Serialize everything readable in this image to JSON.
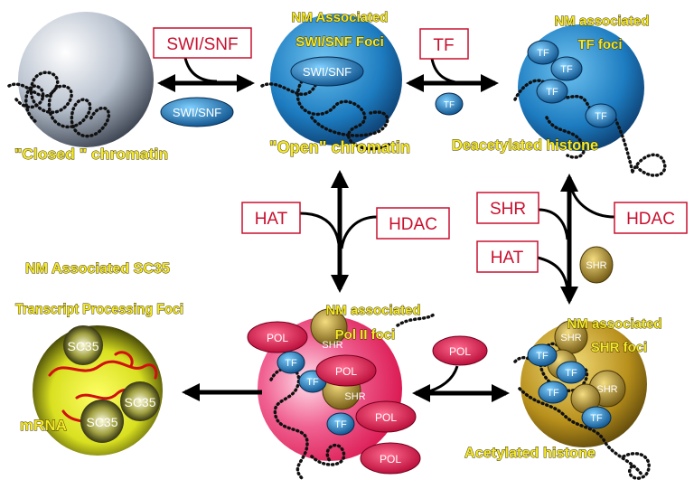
{
  "labels": {
    "closed_chromatin": "\"Closed \" chromatin",
    "open_chromatin": "\"Open\" chromatin",
    "deacetylated_histone": "Deacetylated histone",
    "acetylated_histone": "Acetylated histone",
    "swisnf_foci_line1": "NM Associated",
    "swisnf_foci_line2": "SWI/SNF Foci",
    "tf_foci_line1": "NM associated",
    "tf_foci_line2": "TF foci",
    "polii_foci_line1": "NM associated",
    "polii_foci_line2": "Pol II foci",
    "shr_foci_line1": "NM associated",
    "shr_foci_line2": "SHR foci",
    "sc35_line1": "NM Associated SC35",
    "sc35_line2": "Transcript Processing Foci",
    "mrna": "mRNA"
  },
  "boxes": {
    "swisnf": "SWI/SNF",
    "tf": "TF",
    "hat_left": "HAT",
    "hdac_left": "HDAC",
    "shr": "SHR",
    "hdac_right": "HDAC",
    "hat_right": "HAT"
  },
  "factors": {
    "swisnf": "SWI/SNF",
    "tf": "TF",
    "shr": "SHR",
    "pol": "POL",
    "sc35": "SC35"
  },
  "colors": {
    "blue": "#1a6fb5",
    "gold": "#b8901c",
    "red": "#d8104a",
    "yellow_label": "#f4ea2a",
    "box_red": "#c8102e"
  }
}
